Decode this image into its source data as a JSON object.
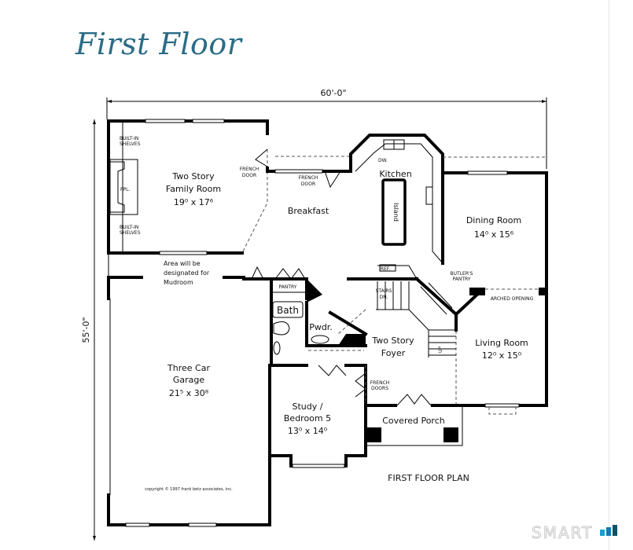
{
  "page": {
    "title": "First Floor",
    "plan_caption": "FIRST FLOOR PLAN",
    "copyright": "copyright © 1997 frank betz associates, inc.",
    "title_color": "#2b6c86"
  },
  "dimensions": {
    "width": "60'-0\"",
    "depth": "55'-0\""
  },
  "rooms": {
    "family_room": {
      "name_line1": "Two Story",
      "name_line2": "Family Room",
      "size": "19⁰ x 17⁶"
    },
    "breakfast": {
      "name": "Breakfast"
    },
    "kitchen": {
      "name": "Kitchen",
      "island": "Island",
      "dw": "DW."
    },
    "dining_room": {
      "name": "Dining Room",
      "size": "14⁰ x 15⁶"
    },
    "living_room": {
      "name": "Living Room",
      "size": "12⁰ x 15⁰"
    },
    "foyer": {
      "name_line1": "Two Story",
      "name_line2": "Foyer"
    },
    "garage": {
      "name_line1": "Three Car",
      "name_line2": "Garage",
      "size": "21⁵ x 30⁸"
    },
    "study": {
      "name_line1": "Study /",
      "name_line2": "Bedroom 5",
      "size": "13⁰ x 14⁰"
    },
    "porch": {
      "name": "Covered Porch"
    },
    "bath": {
      "name": "Bath"
    },
    "powder": {
      "name": "Pwdr."
    },
    "pantry": {
      "name": "PANTRY"
    }
  },
  "labels": {
    "built_in_shelves_1": "BUILT-IN",
    "built_in_shelves_2": "SHELVES",
    "fireplace": "FPL.",
    "french_door_1": "FRENCH",
    "french_door_2": "DOOR",
    "french_doors_2": "DOORS",
    "ref": "REF.",
    "butlers_1": "BUTLER'S",
    "butlers_2": "PANTRY",
    "stairs": "STAIRS",
    "dn": "DN.",
    "up": "UP",
    "arched_opening": "ARCHED OPENING"
  },
  "annotation": {
    "line1": "Area will be",
    "line2": "designated for",
    "line3": "Mudroom"
  },
  "watermark": {
    "text": "SMART",
    "badges": [
      "M",
      "L",
      "S"
    ],
    "colors": [
      "#1a9bd7",
      "#1479b0",
      "#0f4f6e"
    ]
  }
}
